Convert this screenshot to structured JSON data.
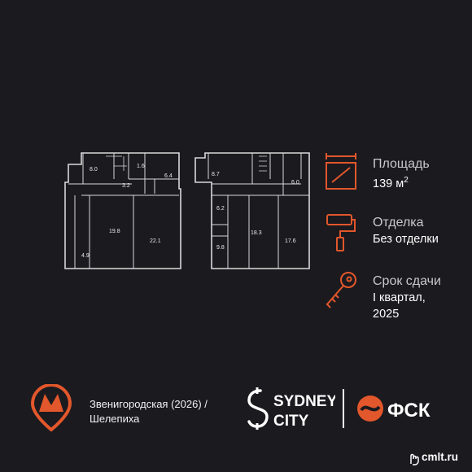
{
  "colors": {
    "background": "#1b1a1f",
    "accent": "#e2572b",
    "plan_line": "#d9d9d9",
    "text": "#ffffff"
  },
  "floorplan": {
    "rooms_left": [
      "8.0",
      "1.6",
      "6.4",
      "3.2",
      "19.8",
      "22.1",
      "4.9"
    ],
    "rooms_right": [
      "8.7",
      "6.2",
      "9.8",
      "18.3",
      "17.6",
      "6.0"
    ]
  },
  "info": {
    "area": {
      "label": "Площадь",
      "value": "139 м",
      "sup": "2",
      "icon": "area-icon"
    },
    "finish": {
      "label": "Отделка",
      "value": "Без отделки",
      "icon": "paint-roller-icon"
    },
    "deadline": {
      "label": "Срок сдачи",
      "value_line1": "I квартал,",
      "value_line2": "2025",
      "icon": "key-icon"
    }
  },
  "footer": {
    "metro_icon": "metro-icon",
    "metro_line1": "Звенигородская (2026) /",
    "metro_line2": "Шелепиха",
    "sydney_line1": "SYDNEY",
    "sydney_line2": "CITY",
    "fsk": "ФСК"
  },
  "watermark": {
    "text": "cmlt.ru"
  }
}
